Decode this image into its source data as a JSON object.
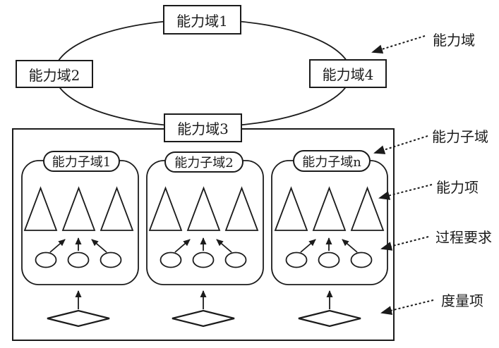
{
  "figure": {
    "background_color": "#ffffff",
    "line_color": "#1b1b1b",
    "capability_domains": [
      "能力域1",
      "能力域2",
      "能力域3",
      "能力域4"
    ],
    "capability_subdomains": [
      "能力子域1",
      "能力子域2",
      "能力子域n"
    ],
    "annotations": {
      "capability_domain": "能力域",
      "capability_subdomain": "能力子域",
      "capability_item": "能力项",
      "process_requirement": "过程要求",
      "metric_item": "度量项"
    }
  }
}
